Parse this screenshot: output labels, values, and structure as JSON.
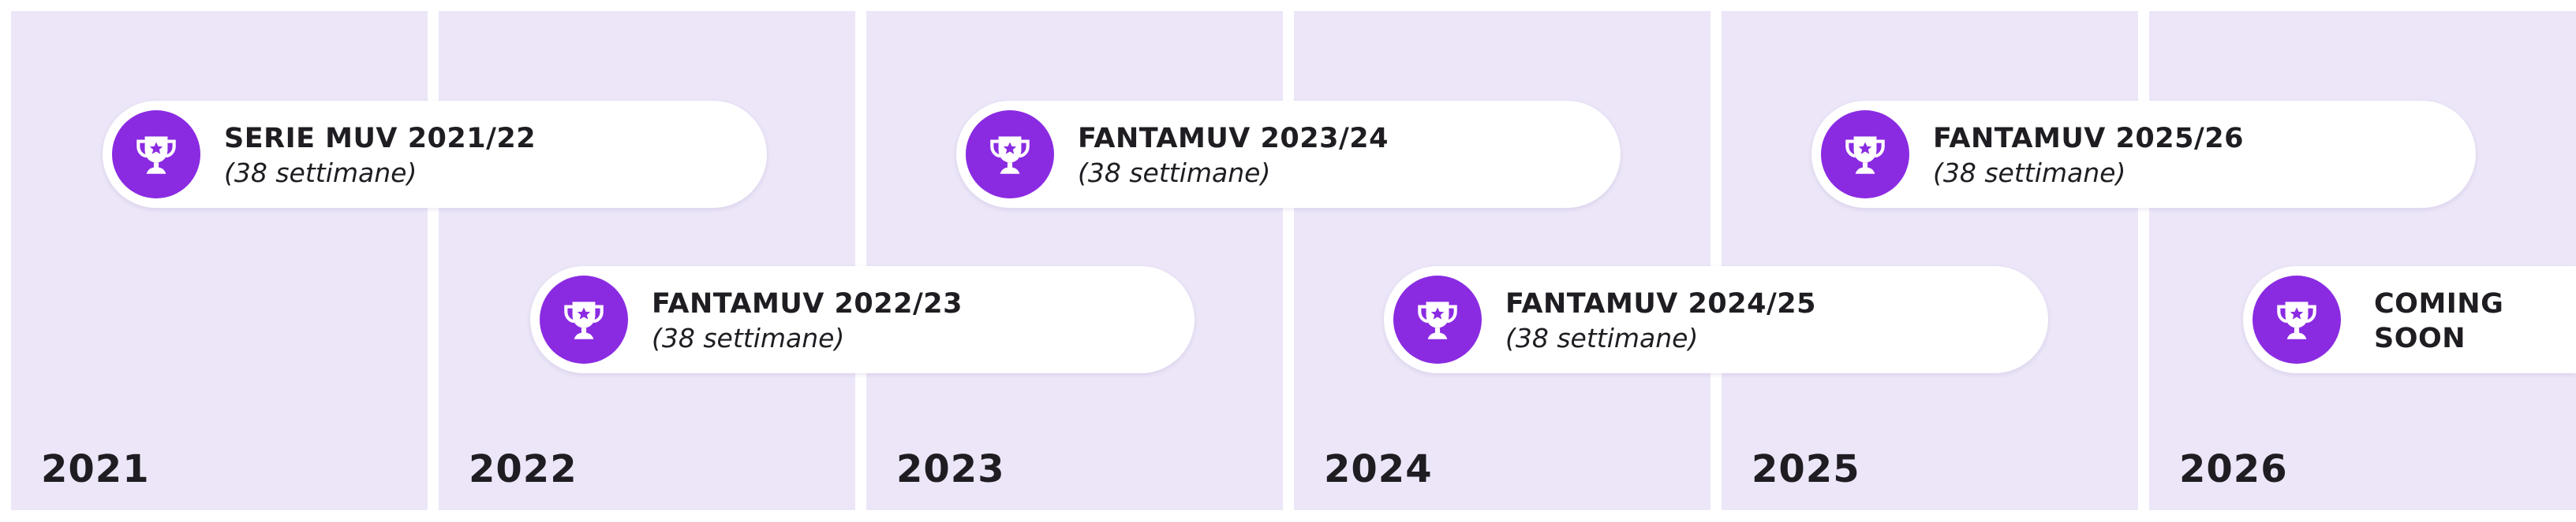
{
  "years": [
    {
      "label": "2021"
    },
    {
      "label": "2022"
    },
    {
      "label": "2023"
    },
    {
      "label": "2024"
    },
    {
      "label": "2025"
    },
    {
      "label": "2026"
    }
  ],
  "events": [
    {
      "title": "SERIE MUV 2021/22",
      "subtitle": "(38 settimane)",
      "icon": "trophy-icon"
    },
    {
      "title": "FANTAMUV 2022/23",
      "subtitle": "(38 settimane)",
      "icon": "trophy-icon"
    },
    {
      "title": "FANTAMUV 2023/24",
      "subtitle": "(38 settimane)",
      "icon": "trophy-icon"
    },
    {
      "title": "FANTAMUV 2024/25",
      "subtitle": "(38 settimane)",
      "icon": "trophy-icon"
    },
    {
      "title": "FANTAMUV 2025/26",
      "subtitle": "(38 settimane)",
      "icon": "trophy-icon"
    },
    {
      "title": "COMING SOON",
      "subtitle": "",
      "icon": "trophy-icon"
    }
  ],
  "colors": {
    "column_bg": "#ece6f8",
    "accent": "#8a2be2",
    "text": "#1f1d22"
  }
}
